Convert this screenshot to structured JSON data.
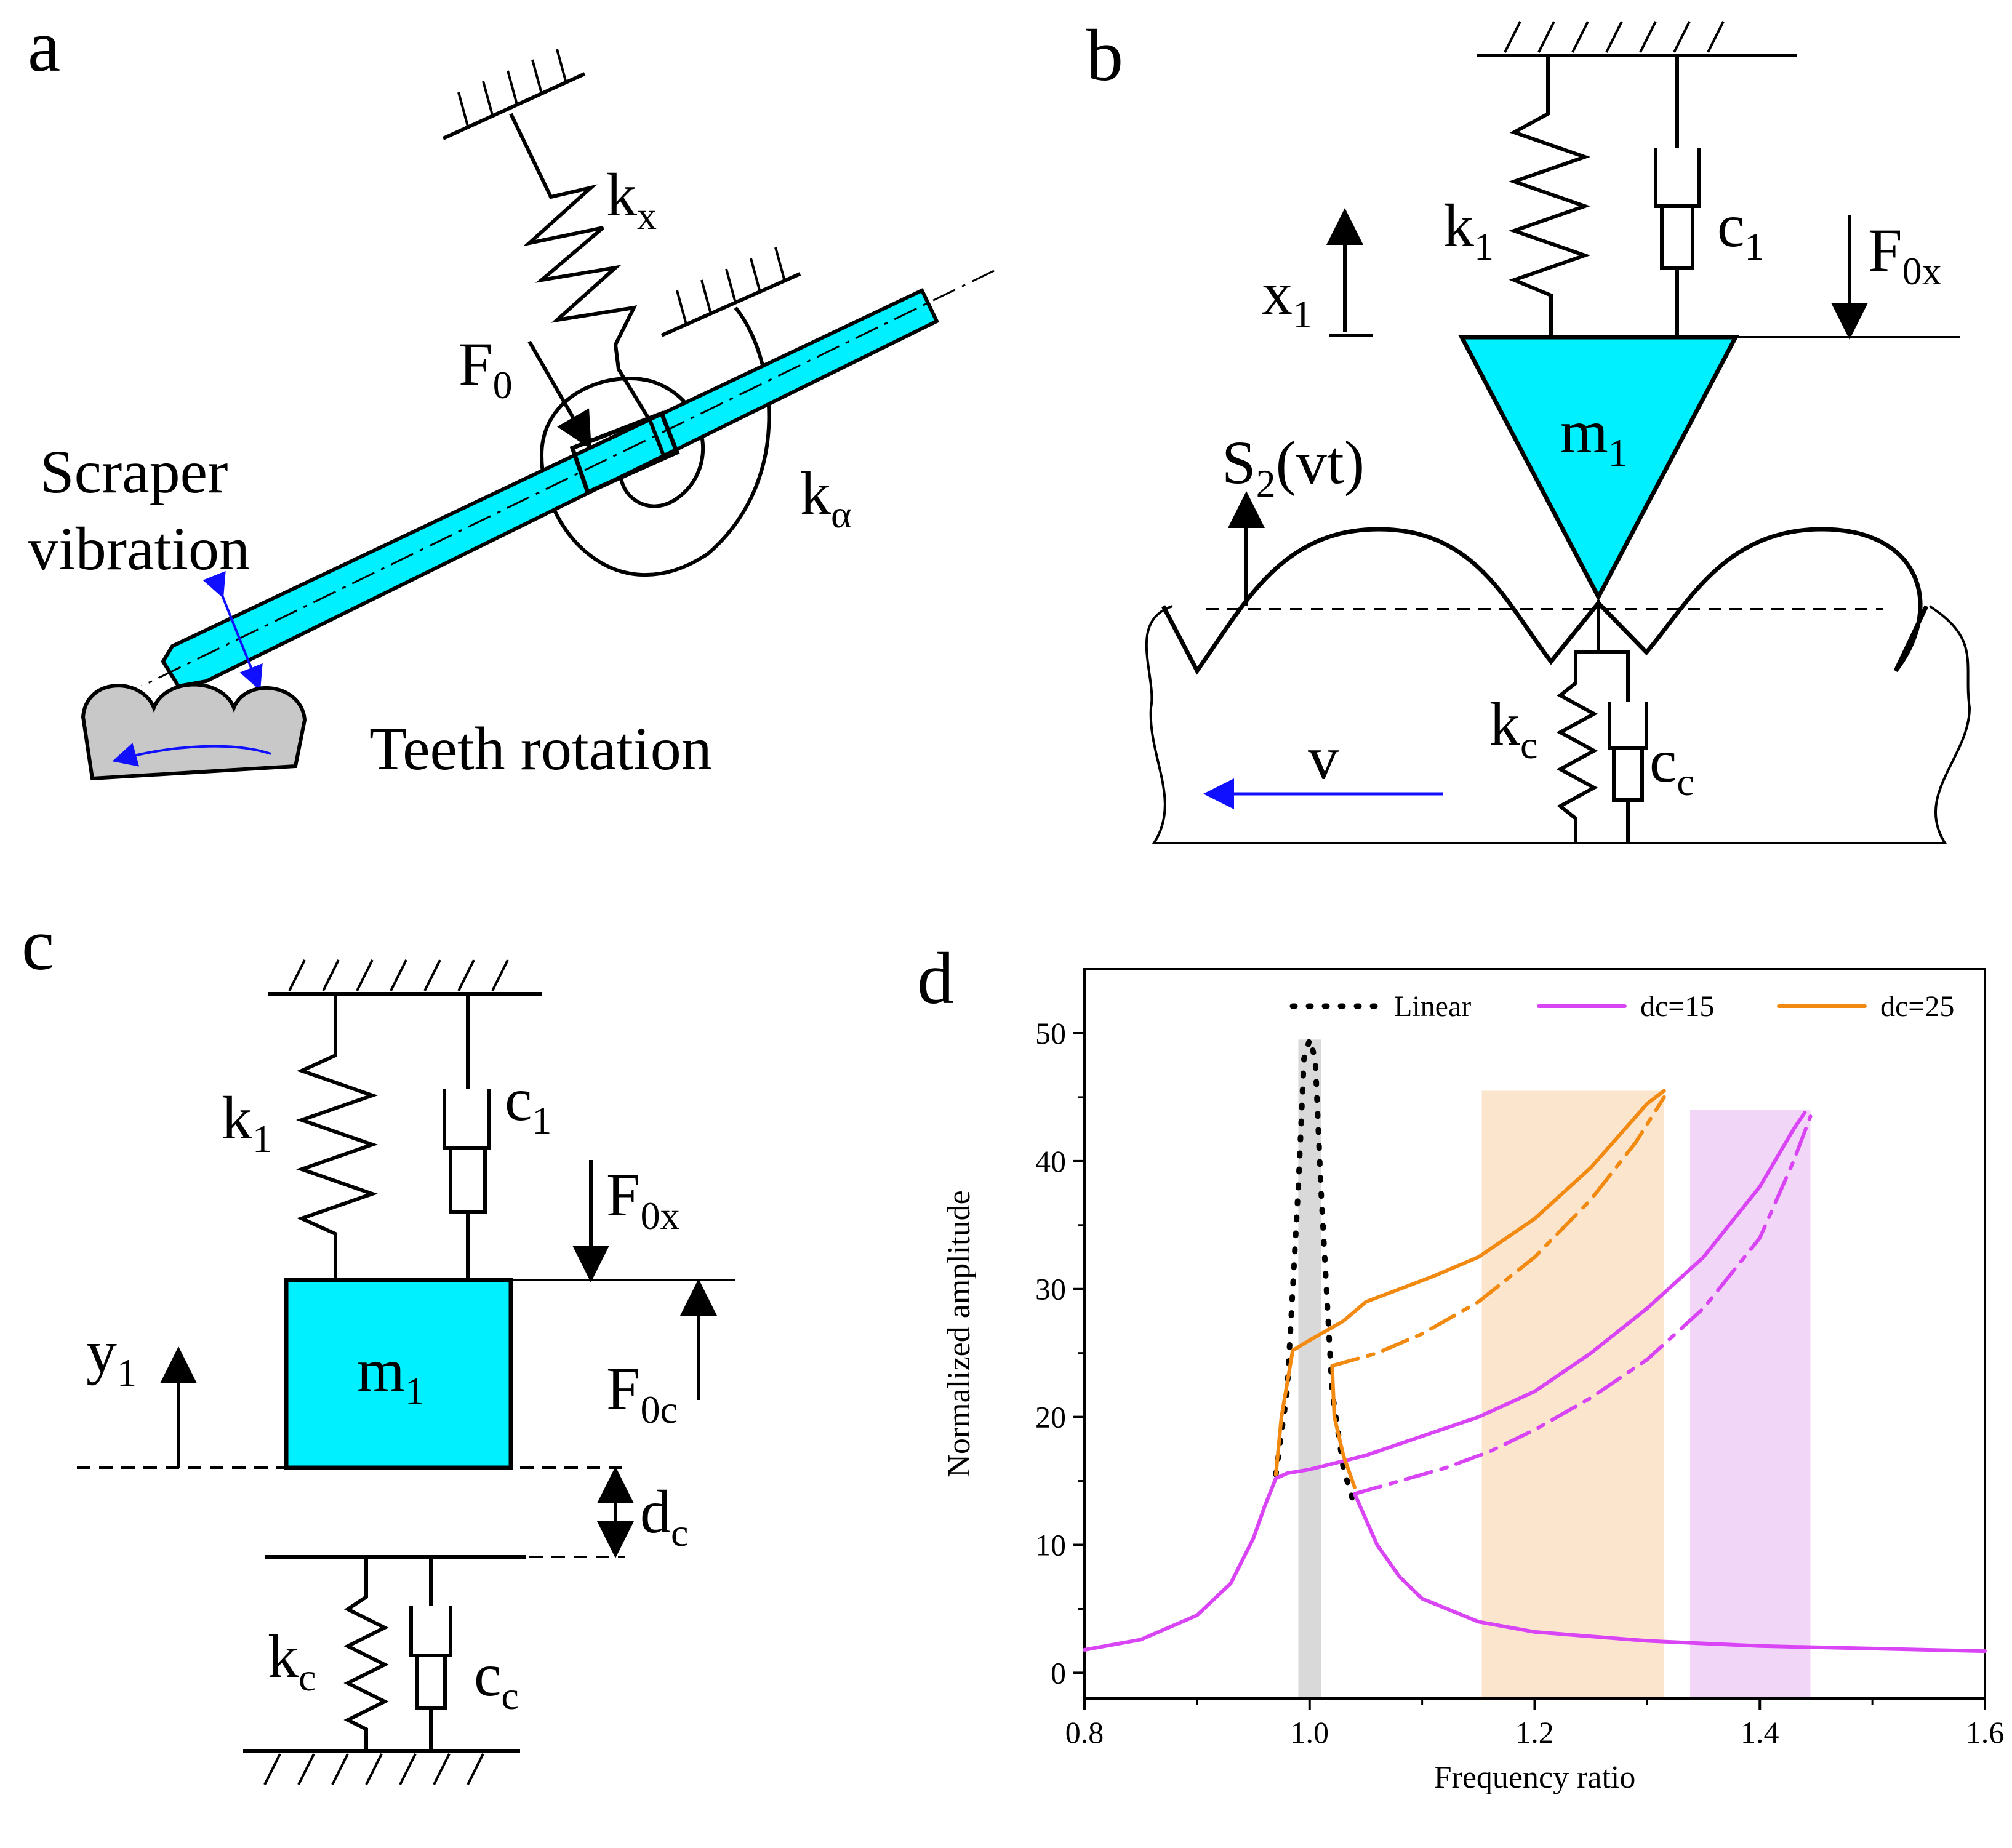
{
  "panels": {
    "a": {
      "letter": "a",
      "kx_main": "k",
      "kx_sub": "x",
      "F0_main": "F",
      "F0_sub": "0",
      "ka_main": "k",
      "ka_sub": "α",
      "scraper_line1": "Scraper",
      "scraper_line2": "vibration",
      "teeth": "Teeth rotation"
    },
    "b": {
      "letter": "b",
      "k1_main": "k",
      "k1_sub": "1",
      "c1_main": "c",
      "c1_sub": "1",
      "x1_main": "x",
      "x1_sub": "1",
      "F0x_main": "F",
      "F0x_sub": "0x",
      "m1_main": "m",
      "m1_sub": "1",
      "S2_main": "S",
      "S2_sub": "2",
      "S2_tail": "(vt)",
      "kc_main": "k",
      "kc_sub": "c",
      "cc_main": "c",
      "cc_sub": "c",
      "v": "v"
    },
    "c": {
      "letter": "c",
      "k1_main": "k",
      "k1_sub": "1",
      "c1_main": "c",
      "c1_sub": "1",
      "F0x_main": "F",
      "F0x_sub": "0x",
      "y1_main": "y",
      "y1_sub": "1",
      "m1_main": "m",
      "m1_sub": "1",
      "F0c_main": "F",
      "F0c_sub": "0c",
      "dc_main": "d",
      "dc_sub": "c",
      "kc_main": "k",
      "kc_sub": "c",
      "cc_main": "c",
      "cc_sub": "c"
    },
    "d": {
      "letter": "d"
    }
  },
  "colors": {
    "cyan": "#00F0FF",
    "linear": "#000000",
    "dc15": "#D945F5",
    "dc25": "#F28A12",
    "gray_band": "#D9D9D9",
    "orange_band": "#FCE5CD",
    "purple_band": "#F2D6F7",
    "blue_arrow": "#1010FF"
  },
  "chart_data": {
    "type": "line",
    "title": "",
    "xlabel": "Frequency ratio",
    "ylabel": "Normalized amplitude",
    "xlim": [
      0.8,
      1.6
    ],
    "ylim": [
      -2,
      55
    ],
    "xticks": [
      "0.8",
      "1.0",
      "1.2",
      "1.4",
      "1.6"
    ],
    "yticks": [
      "0",
      "10",
      "20",
      "30",
      "40",
      "50"
    ],
    "legend_position": "top",
    "bands": [
      {
        "x0": 0.99,
        "x1": 1.01,
        "y0": -2,
        "y1": 49.5,
        "color": "#D9D9D9"
      },
      {
        "x0": 1.153,
        "x1": 1.315,
        "y0": -2,
        "y1": 45.5,
        "color": "#FCE5CD"
      },
      {
        "x0": 1.338,
        "x1": 1.445,
        "y0": -2,
        "y1": 44,
        "color": "#F2D6F7"
      }
    ],
    "series": [
      {
        "name": "Linear",
        "style": "dotted",
        "color": "#000000",
        "x": [
          0.97,
          0.98,
          0.99,
          0.995,
          1.0,
          1.005,
          1.01,
          1.02,
          1.03,
          1.04
        ],
        "y": [
          15.5,
          22,
          38,
          48,
          49.5,
          48,
          38,
          22,
          16,
          13
        ]
      },
      {
        "name": "dc=15",
        "style": "solid",
        "color": "#D945F5",
        "x": [
          0.8,
          0.85,
          0.9,
          0.93,
          0.95,
          0.96,
          0.97,
          0.98,
          1.0,
          1.05,
          1.1,
          1.15,
          1.2,
          1.25,
          1.3,
          1.35,
          1.4,
          1.43,
          1.44
        ],
        "y": [
          1.8,
          2.6,
          4.5,
          7,
          10.5,
          13,
          15.2,
          15.6,
          15.9,
          17,
          18.5,
          20,
          22,
          25,
          28.5,
          32.5,
          38,
          42.5,
          43.8
        ]
      },
      {
        "name": "dc=15 (dash-dot)",
        "style": "dashdot",
        "color": "#D945F5",
        "x": [
          1.04,
          1.08,
          1.12,
          1.16,
          1.2,
          1.25,
          1.3,
          1.35,
          1.4,
          1.43,
          1.445
        ],
        "y": [
          14,
          15,
          16,
          17.3,
          19,
          21.5,
          24.5,
          28.5,
          34,
          40,
          43.5
        ]
      },
      {
        "name": "dc=15 (decay)",
        "style": "solid",
        "color": "#D945F5",
        "x": [
          1.04,
          1.06,
          1.08,
          1.1,
          1.15,
          1.2,
          1.3,
          1.4,
          1.5,
          1.6
        ],
        "y": [
          14,
          10,
          7.5,
          5.8,
          4,
          3.2,
          2.5,
          2.1,
          1.9,
          1.7
        ]
      },
      {
        "name": "dc=25",
        "style": "solid",
        "color": "#F28A12",
        "x": [
          0.97,
          0.975,
          0.985,
          1.0,
          1.03,
          1.05,
          1.08,
          1.11,
          1.15,
          1.2,
          1.25,
          1.28,
          1.3,
          1.315
        ],
        "y": [
          15.5,
          20,
          25.2,
          26,
          27.5,
          29,
          30,
          31,
          32.5,
          35.5,
          39.5,
          42.5,
          44.5,
          45.5
        ]
      },
      {
        "name": "dc=25 (dash-dot)",
        "style": "dashdot",
        "color": "#F28A12",
        "x": [
          1.02,
          1.06,
          1.1,
          1.15,
          1.2,
          1.25,
          1.29,
          1.315
        ],
        "y": [
          24,
          25,
          26.5,
          29,
          32.5,
          37,
          41.5,
          45
        ]
      },
      {
        "name": "dc=25 (drop)",
        "style": "solid",
        "color": "#F28A12",
        "x": [
          1.02,
          1.022,
          1.03,
          1.04
        ],
        "y": [
          24,
          20,
          17,
          14.5
        ]
      }
    ],
    "legend": [
      {
        "label": "Linear",
        "style": "dotted",
        "color": "#000000"
      },
      {
        "label": "dc=15",
        "style": "solid",
        "color": "#D945F5"
      },
      {
        "label": "dc=25",
        "style": "solid",
        "color": "#F28A12"
      }
    ]
  }
}
